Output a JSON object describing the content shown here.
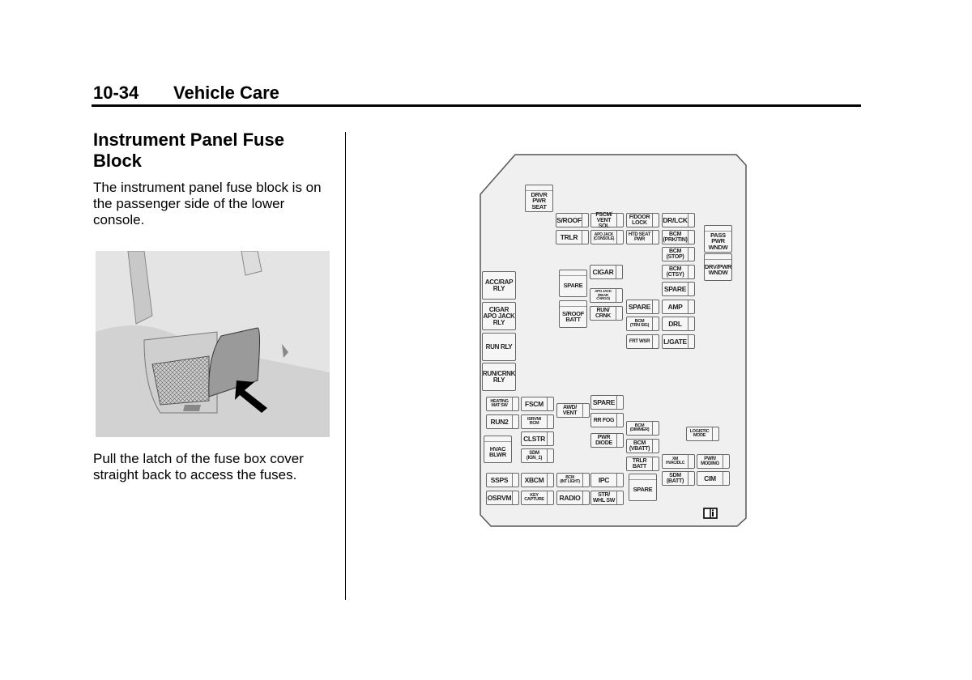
{
  "header": {
    "page_number": "10-34",
    "section": "Vehicle Care"
  },
  "heading": "Instrument Panel Fuse Block",
  "paragraph1": "The instrument panel fuse block is on the passenger side of the lower console.",
  "paragraph2": "Pull the latch of the fuse box cover straight back to access the fuses.",
  "fuses": [
    "DRVR\nPWR\nSEAT",
    "S/ROOF",
    "FSCM/\nVENT SOL",
    "F/DOOR\nLOCK",
    "DR/LCK",
    "TRLR",
    "APO JACK\n(CONSOLE)",
    "HTD SEAT\nPWR",
    "BCM\n(PRK/TIN)",
    "BCM\n(STOP)",
    "BCM\n(CTSY)",
    "SPARE",
    "AMP",
    "DRL",
    "L/GATE",
    "PASS\nPWR\nWNDW",
    "DRV/PWR\nWNDW",
    "ACC/RAP\nRLY",
    "CIGAR\nAPO JACK\nRLY",
    "RUN RLY",
    "RUN/CRNK\nRLY",
    "SPARE",
    "S/ROOF\nBATT",
    "CIGAR",
    "APO JACK\n(REAR\nCARGO)",
    "RUN/\nCRNK",
    "SPARE",
    "BCM\n(TRN SIG)",
    "FRT WSR",
    "HEATING\nMAT SW",
    "FSCM",
    "AWD/\nVENT",
    "SPARE",
    "RUN2",
    "ISRVM/\nRCM",
    "RR FOG",
    "BCM\n(DIMMER)",
    "HVAC\nBLWR",
    "CLSTR",
    "PWR\nDIODE",
    "BCM\n(VBATT)",
    "LOGISTIC\nMODE",
    "SDM\n(IGN_1)",
    "TRLR\nBATT",
    "XM\nHVAC/DLC",
    "PWR/\nMODING",
    "SSPS",
    "XBCM",
    "BCM\n(INT LIGHT)",
    "IPC",
    "SPARE",
    "SDM\n(BATT)",
    "CIM",
    "OSRVM",
    "KEY\nCAPTURE",
    "RADIO",
    "STR/\nWHL SW"
  ]
}
